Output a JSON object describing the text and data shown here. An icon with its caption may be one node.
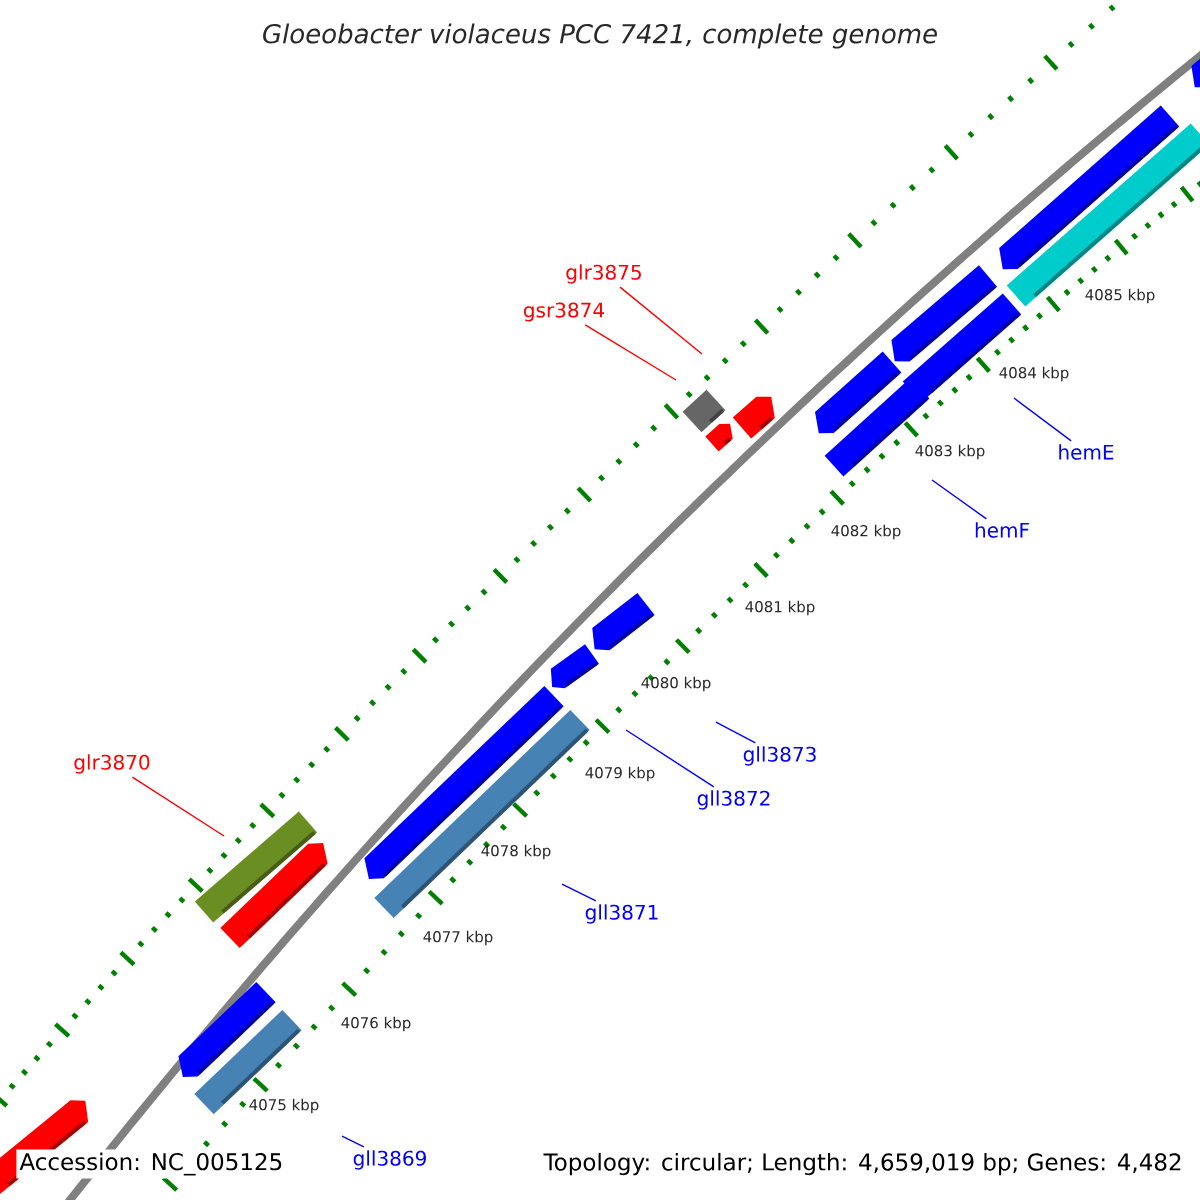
{
  "diagram": {
    "title": "Gloeobacter violaceus PCC 7421, complete genome",
    "nodes": [
      {
        "text": [
          "glr3875"
        ]
      },
      {
        "text": [
          "gsr3874"
        ]
      },
      {
        "text": [
          "hemE"
        ]
      },
      {
        "text": [
          "hemF"
        ]
      },
      {
        "text": [
          "gll3873"
        ]
      },
      {
        "text": [
          "glr3870"
        ]
      },
      {
        "text": [
          "gll3872"
        ]
      },
      {
        "text": [
          "gll3871"
        ]
      },
      {
        "text": [
          "gll3869"
        ]
      }
    ],
    "edges": [
      {
        "from": 0,
        "to": null,
        "arrow": "none",
        "color": "#ff0000"
      },
      {
        "from": 1,
        "to": null,
        "arrow": "none",
        "color": "#ff0000"
      },
      {
        "from": 2,
        "to": null,
        "arrow": "none"
      },
      {
        "from": 3,
        "to": null,
        "arrow": "none"
      },
      {
        "from": 4,
        "to": null,
        "arrow": "none"
      },
      {
        "from": 5,
        "to": null,
        "arrow": "none",
        "color": "#ff0000"
      },
      {
        "from": 6,
        "to": null,
        "arrow": "none"
      },
      {
        "from": 7,
        "to": null,
        "arrow": "none"
      },
      {
        "from": 8,
        "to": null,
        "arrow": "none"
      }
    ],
    "labels": [
      "4085 kbp",
      "4084 kbp",
      "4083 kbp",
      "4082 kbp",
      "4081 kbp",
      "4080 kbp",
      "4079 kbp",
      "4078 kbp",
      "4077 kbp",
      "4076 kbp",
      "4075 kbp",
      "Accession: NC_005125",
      "Topology: circular; Length: 4,659,019 bp; Genes: 4,482"
    ]
  }
}
